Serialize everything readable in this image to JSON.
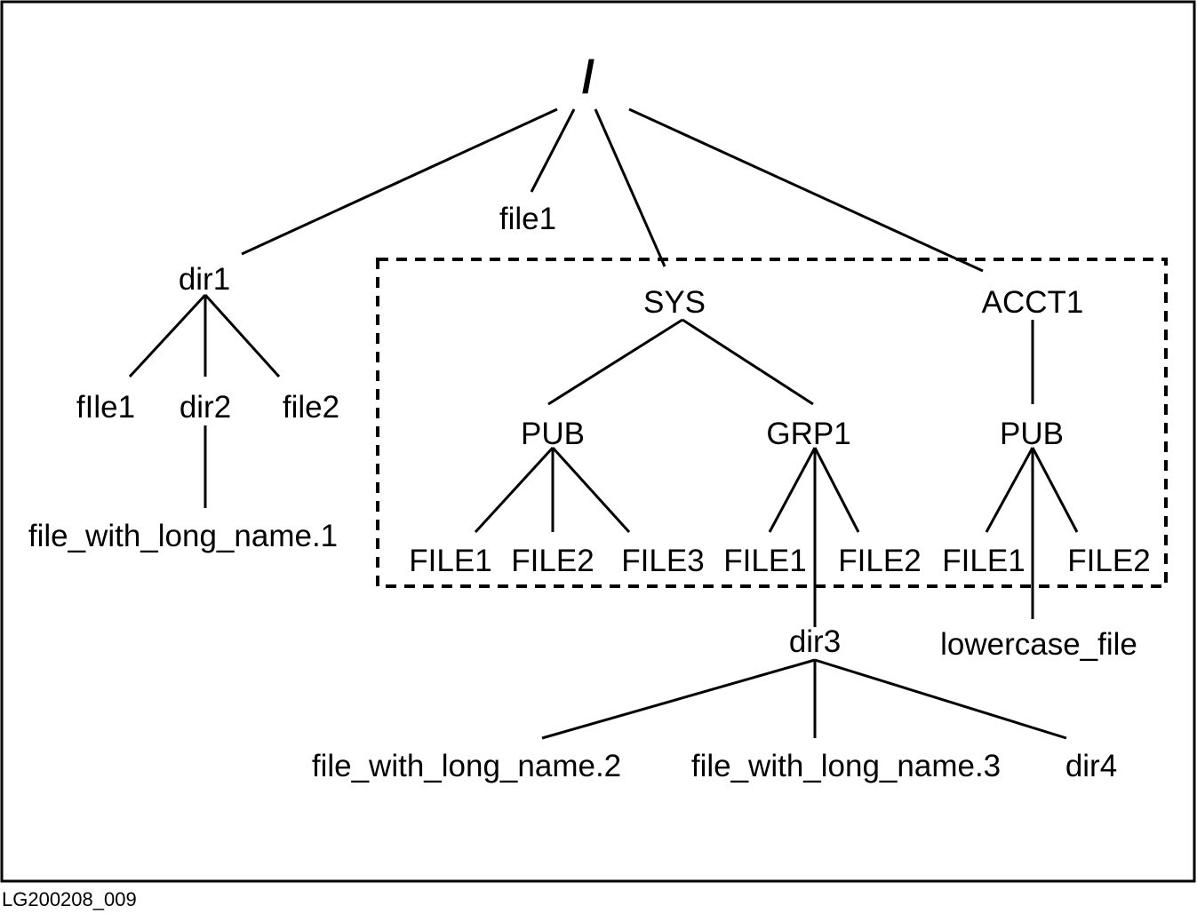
{
  "figure_id": "LG200208_009",
  "tree": {
    "root": "/",
    "root_file": "file1",
    "dir1": {
      "label": "dir1",
      "children": [
        "fIle1",
        "dir2",
        "file2"
      ],
      "dir2_child": "file_with_long_name.1"
    },
    "sys": {
      "label": "SYS",
      "pub": {
        "label": "PUB",
        "files": [
          "FILE1",
          "FILE2",
          "FILE3"
        ]
      },
      "grp1": {
        "label": "GRP1",
        "files": [
          "FILE1",
          "FILE2"
        ],
        "dir3": {
          "label": "dir3",
          "children": [
            "file_with_long_name.2",
            "file_with_long_name.3",
            "dir4"
          ]
        }
      }
    },
    "acct1": {
      "label": "ACCT1",
      "pub": {
        "label": "PUB",
        "files": [
          "FILE1",
          "FILE2"
        ],
        "lowercase": "lowercase_file"
      }
    }
  }
}
